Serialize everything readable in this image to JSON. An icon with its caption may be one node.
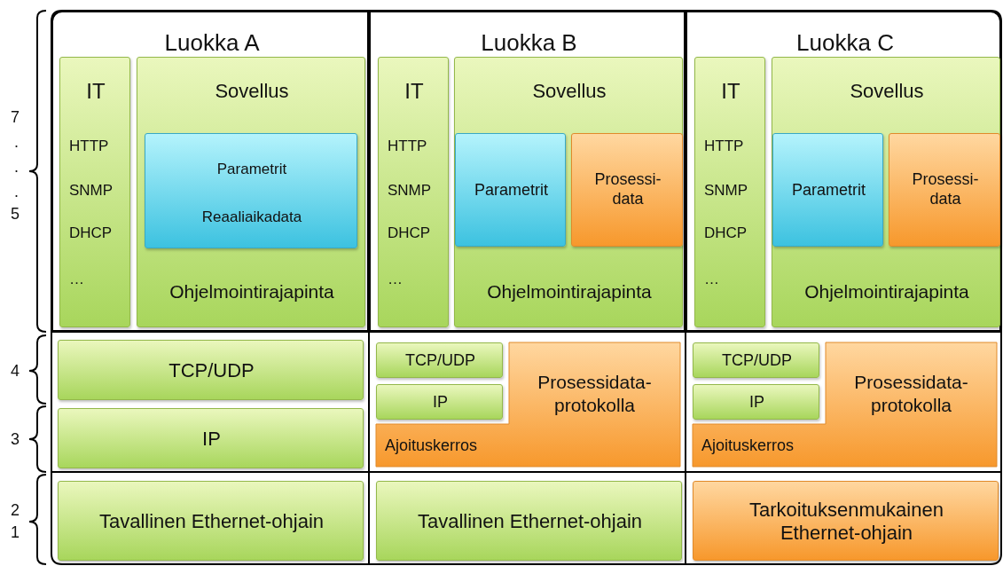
{
  "diagram": {
    "nodes": [
      {
        "text": [
          "Luokka A"
        ]
      },
      {
        "text": [
          "IT",
          "HTTP",
          "SNMP",
          "DHCP",
          "…"
        ],
        "in": 0
      },
      {
        "text": [
          "Sovellus",
          "Ohjelmointirajapinta"
        ],
        "in": 0
      },
      {
        "text": [
          "Parametrit",
          "Reaaliaikadata"
        ],
        "in": 2
      },
      {
        "text": [
          "Luokka B"
        ]
      },
      {
        "text": [
          "IT",
          "HTTP",
          "SNMP",
          "DHCP",
          "…"
        ],
        "in": 4
      },
      {
        "text": [
          "Sovellus",
          "Ohjelmointirajapinta"
        ],
        "in": 4
      },
      {
        "text": [
          "Parametrit"
        ],
        "in": 6
      },
      {
        "text": [
          "Prosessi- data"
        ],
        "in": 6
      },
      {
        "text": [
          "Luokka C"
        ]
      },
      {
        "text": [
          "IT",
          "HTTP",
          "SNMP",
          "DHCP",
          "…"
        ],
        "in": 9
      },
      {
        "text": [
          "Sovellus",
          "Ohjelmointirajapinta"
        ],
        "in": 9
      },
      {
        "text": [
          "Parametrit"
        ],
        "in": 11
      },
      {
        "text": [
          "Prosessi- data"
        ],
        "in": 11
      },
      {
        "text": [
          "TCP/UDP"
        ]
      },
      {
        "text": [
          "IP"
        ]
      },
      {
        "text": [
          "TCP/UDP"
        ]
      },
      {
        "text": [
          "IP"
        ]
      },
      {
        "text": [
          "Prosessidata- protokolla",
          "Ajoituskerros"
        ]
      },
      {
        "text": [
          "TCP/UDP"
        ]
      },
      {
        "text": [
          "IP"
        ]
      },
      {
        "text": [
          "Prosessidata- protokolla",
          "Ajoituskerros"
        ]
      },
      {
        "text": [
          "Tavallinen Ethernet-ohjain"
        ]
      },
      {
        "text": [
          "Tavallinen Ethernet-ohjain"
        ]
      },
      {
        "text": [
          "Tarkoituksenmukainen Ethernet-ohjain"
        ]
      }
    ],
    "edges": [],
    "labels": [
      "7",
      ".",
      ".",
      ".",
      "5",
      "4",
      "3",
      "2",
      "1"
    ]
  }
}
